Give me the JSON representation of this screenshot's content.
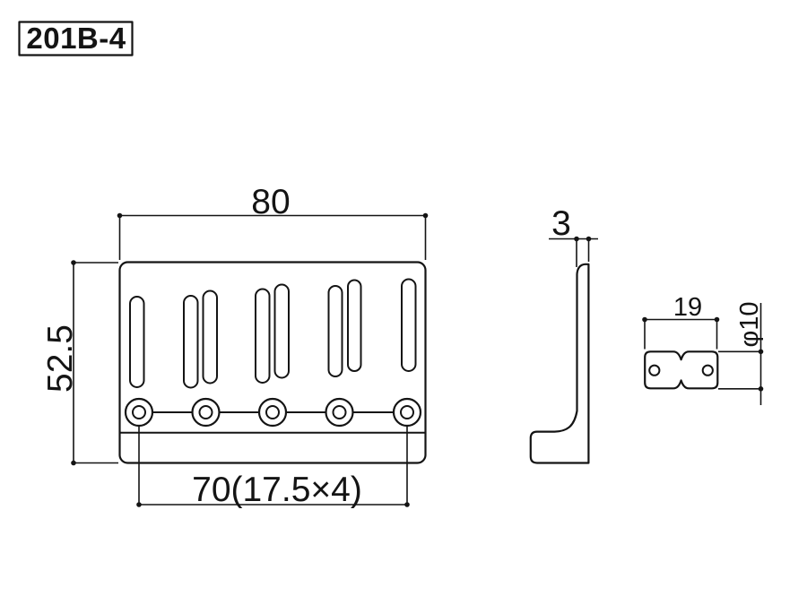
{
  "drawing": {
    "part_number": "201B-4",
    "front_view": {
      "width_mm": "80",
      "height_mm": "52.5",
      "mount_hole_spacing_mm": "70(17.5×4)"
    },
    "side_view": {
      "plate_thickness_mm": "3"
    },
    "saddle_view": {
      "saddle_width_mm": "19",
      "saddle_diameter_mm": "φ10"
    },
    "colors": {
      "line": "#141414",
      "background": "#ffffff"
    }
  }
}
